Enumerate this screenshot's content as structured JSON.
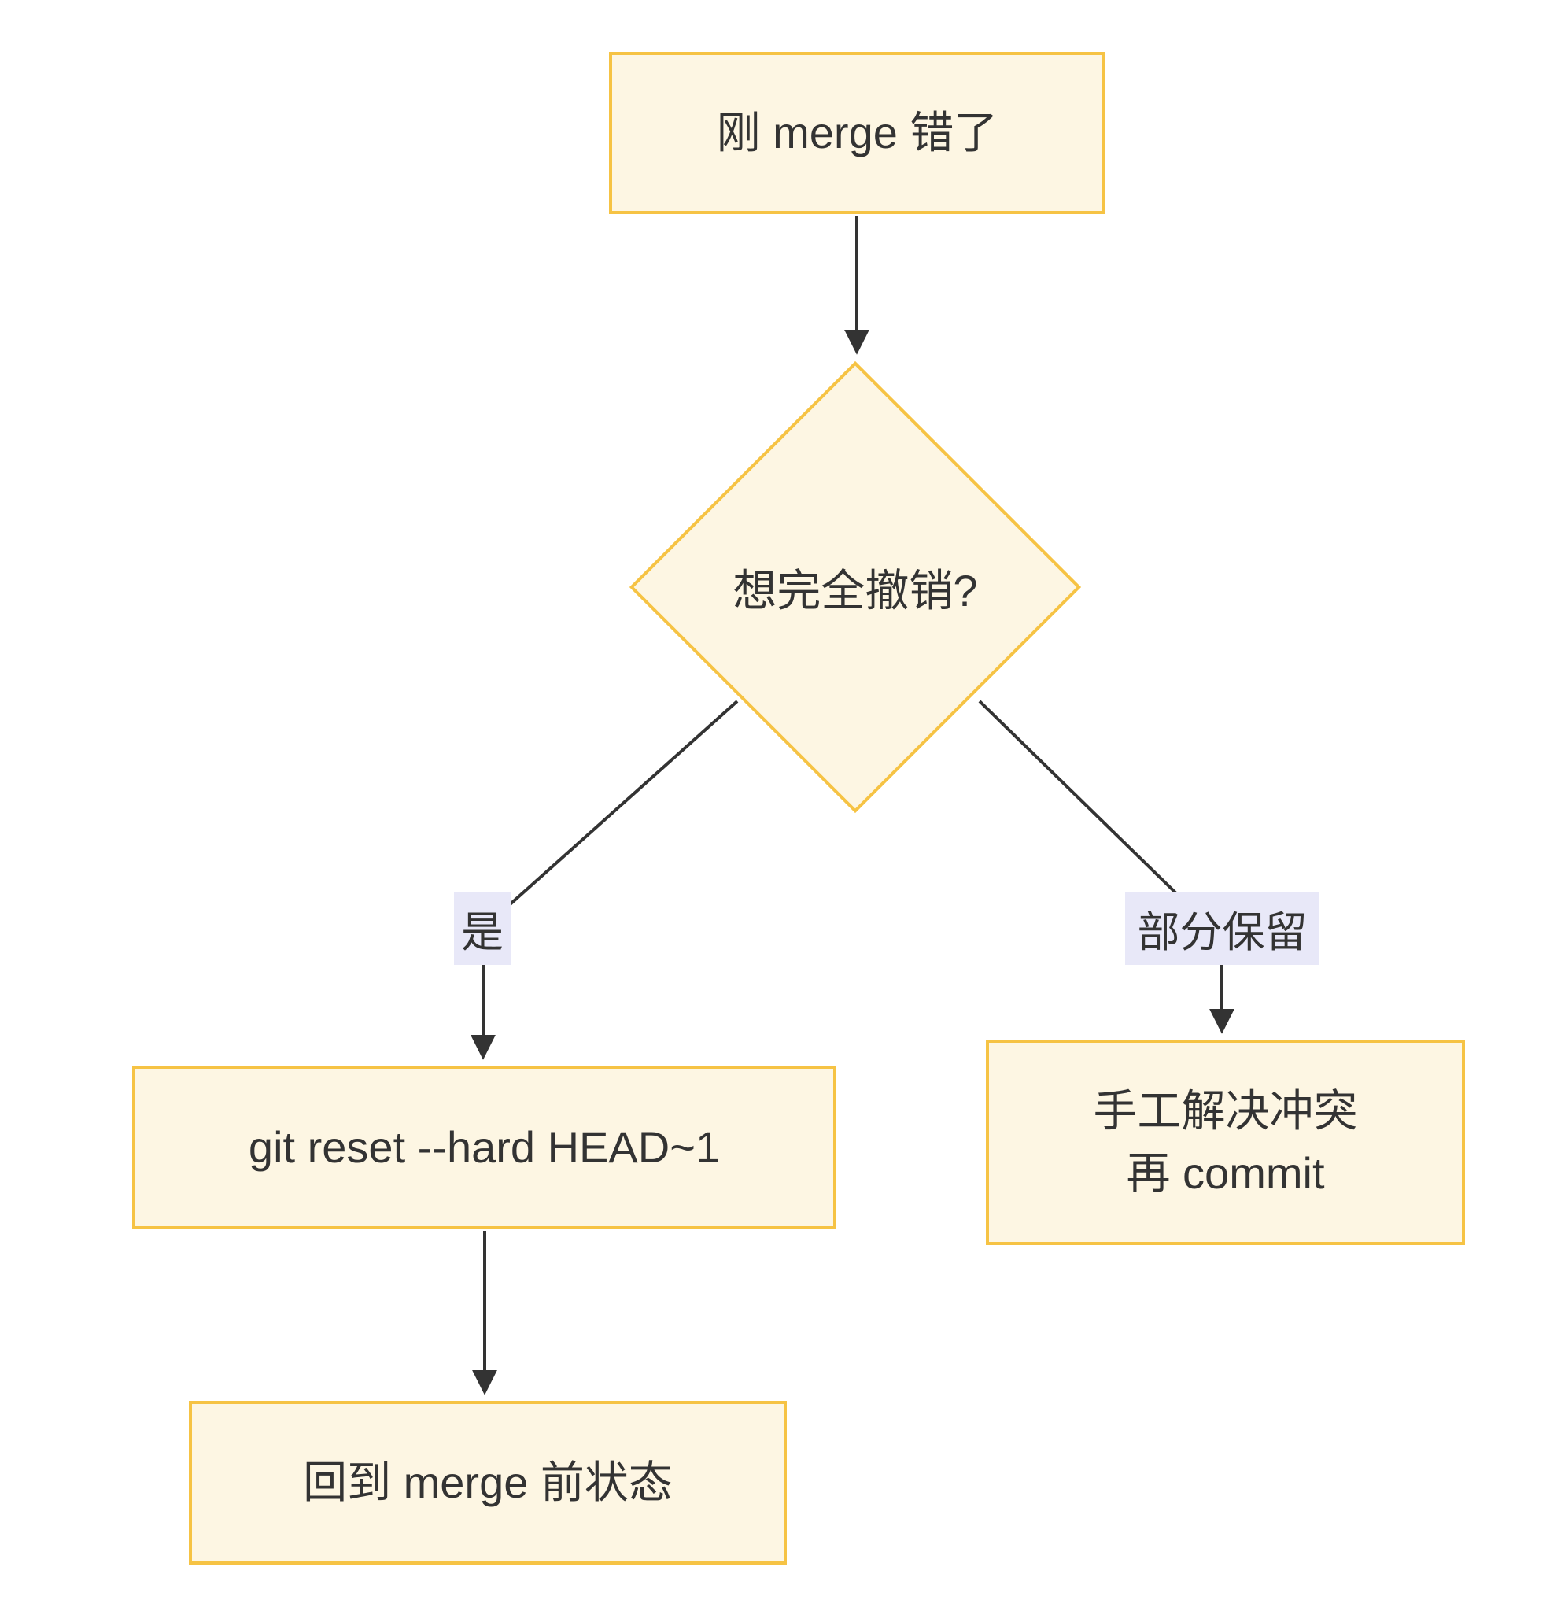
{
  "diagram": {
    "type": "flowchart",
    "direction": "top-down",
    "nodes": {
      "start": {
        "label": "刚 merge 错了",
        "shape": "rect"
      },
      "decision": {
        "label": "想完全撤销?",
        "shape": "diamond"
      },
      "reset": {
        "label": "git reset --hard HEAD~1",
        "shape": "rect"
      },
      "restored": {
        "label": "回到 merge 前状态",
        "shape": "rect"
      },
      "manual": {
        "label": "手工解决冲突\n再 commit",
        "shape": "rect"
      }
    },
    "edges": [
      {
        "from": "start",
        "to": "decision",
        "label": ""
      },
      {
        "from": "decision",
        "to": "reset",
        "label": "是"
      },
      {
        "from": "decision",
        "to": "manual",
        "label": "部分保留"
      },
      {
        "from": "reset",
        "to": "restored",
        "label": ""
      }
    ],
    "colors": {
      "node_fill": "#fdf6e3",
      "node_border": "#f6c344",
      "edge_stroke": "#333333",
      "edge_label_bg": "#e8e8f8",
      "text": "#333333",
      "background": "#ffffff"
    }
  }
}
